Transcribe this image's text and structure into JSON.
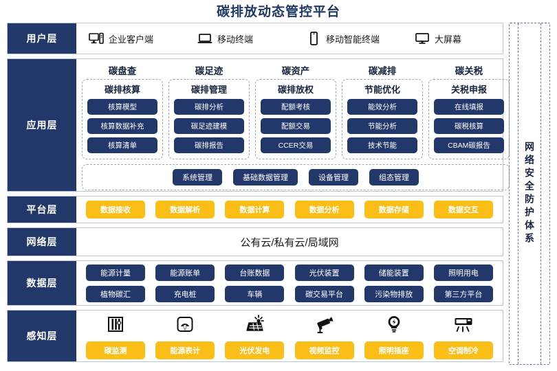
{
  "title": "碳排放动态管控平台",
  "security_panel": {
    "label": "网络安全防护体系"
  },
  "layers": {
    "user": {
      "label": "用户层",
      "items": [
        {
          "icon": "desktop-tower-icon",
          "label": "企业客户端"
        },
        {
          "icon": "laptop-icon",
          "label": "移动终端"
        },
        {
          "icon": "smartphone-icon",
          "label": "移动智能终端"
        },
        {
          "icon": "monitor-icon",
          "label": "大屏幕"
        }
      ]
    },
    "application": {
      "label": "应用层",
      "groups": [
        {
          "title": "碳盘查",
          "subtitle": "碳排核算",
          "items": [
            "核算模型",
            "核算数据补充",
            "核算清单"
          ]
        },
        {
          "title": "碳足迹",
          "subtitle": "碳排管理",
          "items": [
            "碳排分析",
            "碳足迹建模",
            "碳排报告"
          ]
        },
        {
          "title": "碳资产",
          "subtitle": "碳排放权",
          "items": [
            "配额考核",
            "配额交易",
            "CCER交易"
          ]
        },
        {
          "title": "碳减排",
          "subtitle": "节能优化",
          "items": [
            "能效分析",
            "节能分析",
            "技术节能"
          ]
        },
        {
          "title": "碳关税",
          "subtitle": "关税申报",
          "items": [
            "在线填报",
            "碳税核算",
            "CBAM碳报告"
          ]
        }
      ],
      "management": [
        "系统管理",
        "基础数据管理",
        "设备管理",
        "组态管理"
      ]
    },
    "platform": {
      "label": "平台层",
      "items": [
        "数据接收",
        "数据解析",
        "数据计算",
        "数据分析",
        "数据存储",
        "数据交互"
      ]
    },
    "network": {
      "label": "网络层",
      "text": "公有云/私有云/局域网"
    },
    "data": {
      "label": "数据层",
      "row1": [
        "能源计量",
        "能源账单",
        "台账数据",
        "光伏装置",
        "储能装置",
        "照明用电"
      ],
      "row2": [
        "植物碳汇",
        "充电桩",
        "车辆",
        "碳交易平台",
        "污染物排放",
        "第三方平台"
      ]
    },
    "perception": {
      "label": "感知层",
      "items": [
        {
          "icon": "carbon-sensor-icon",
          "label": "碳监测"
        },
        {
          "icon": "gauge-meter-icon",
          "label": "能源表计"
        },
        {
          "icon": "solar-panel-icon",
          "label": "光伏发电"
        },
        {
          "icon": "cctv-camera-icon",
          "label": "视频监控"
        },
        {
          "icon": "light-bulb-icon",
          "label": "照明插座"
        },
        {
          "icon": "air-conditioner-icon",
          "label": "空调制冷"
        }
      ]
    }
  },
  "colors": {
    "navy": "#22386A",
    "yellow": "#FBBE17",
    "title": "#1F3864",
    "border": "#b9c3d6"
  }
}
